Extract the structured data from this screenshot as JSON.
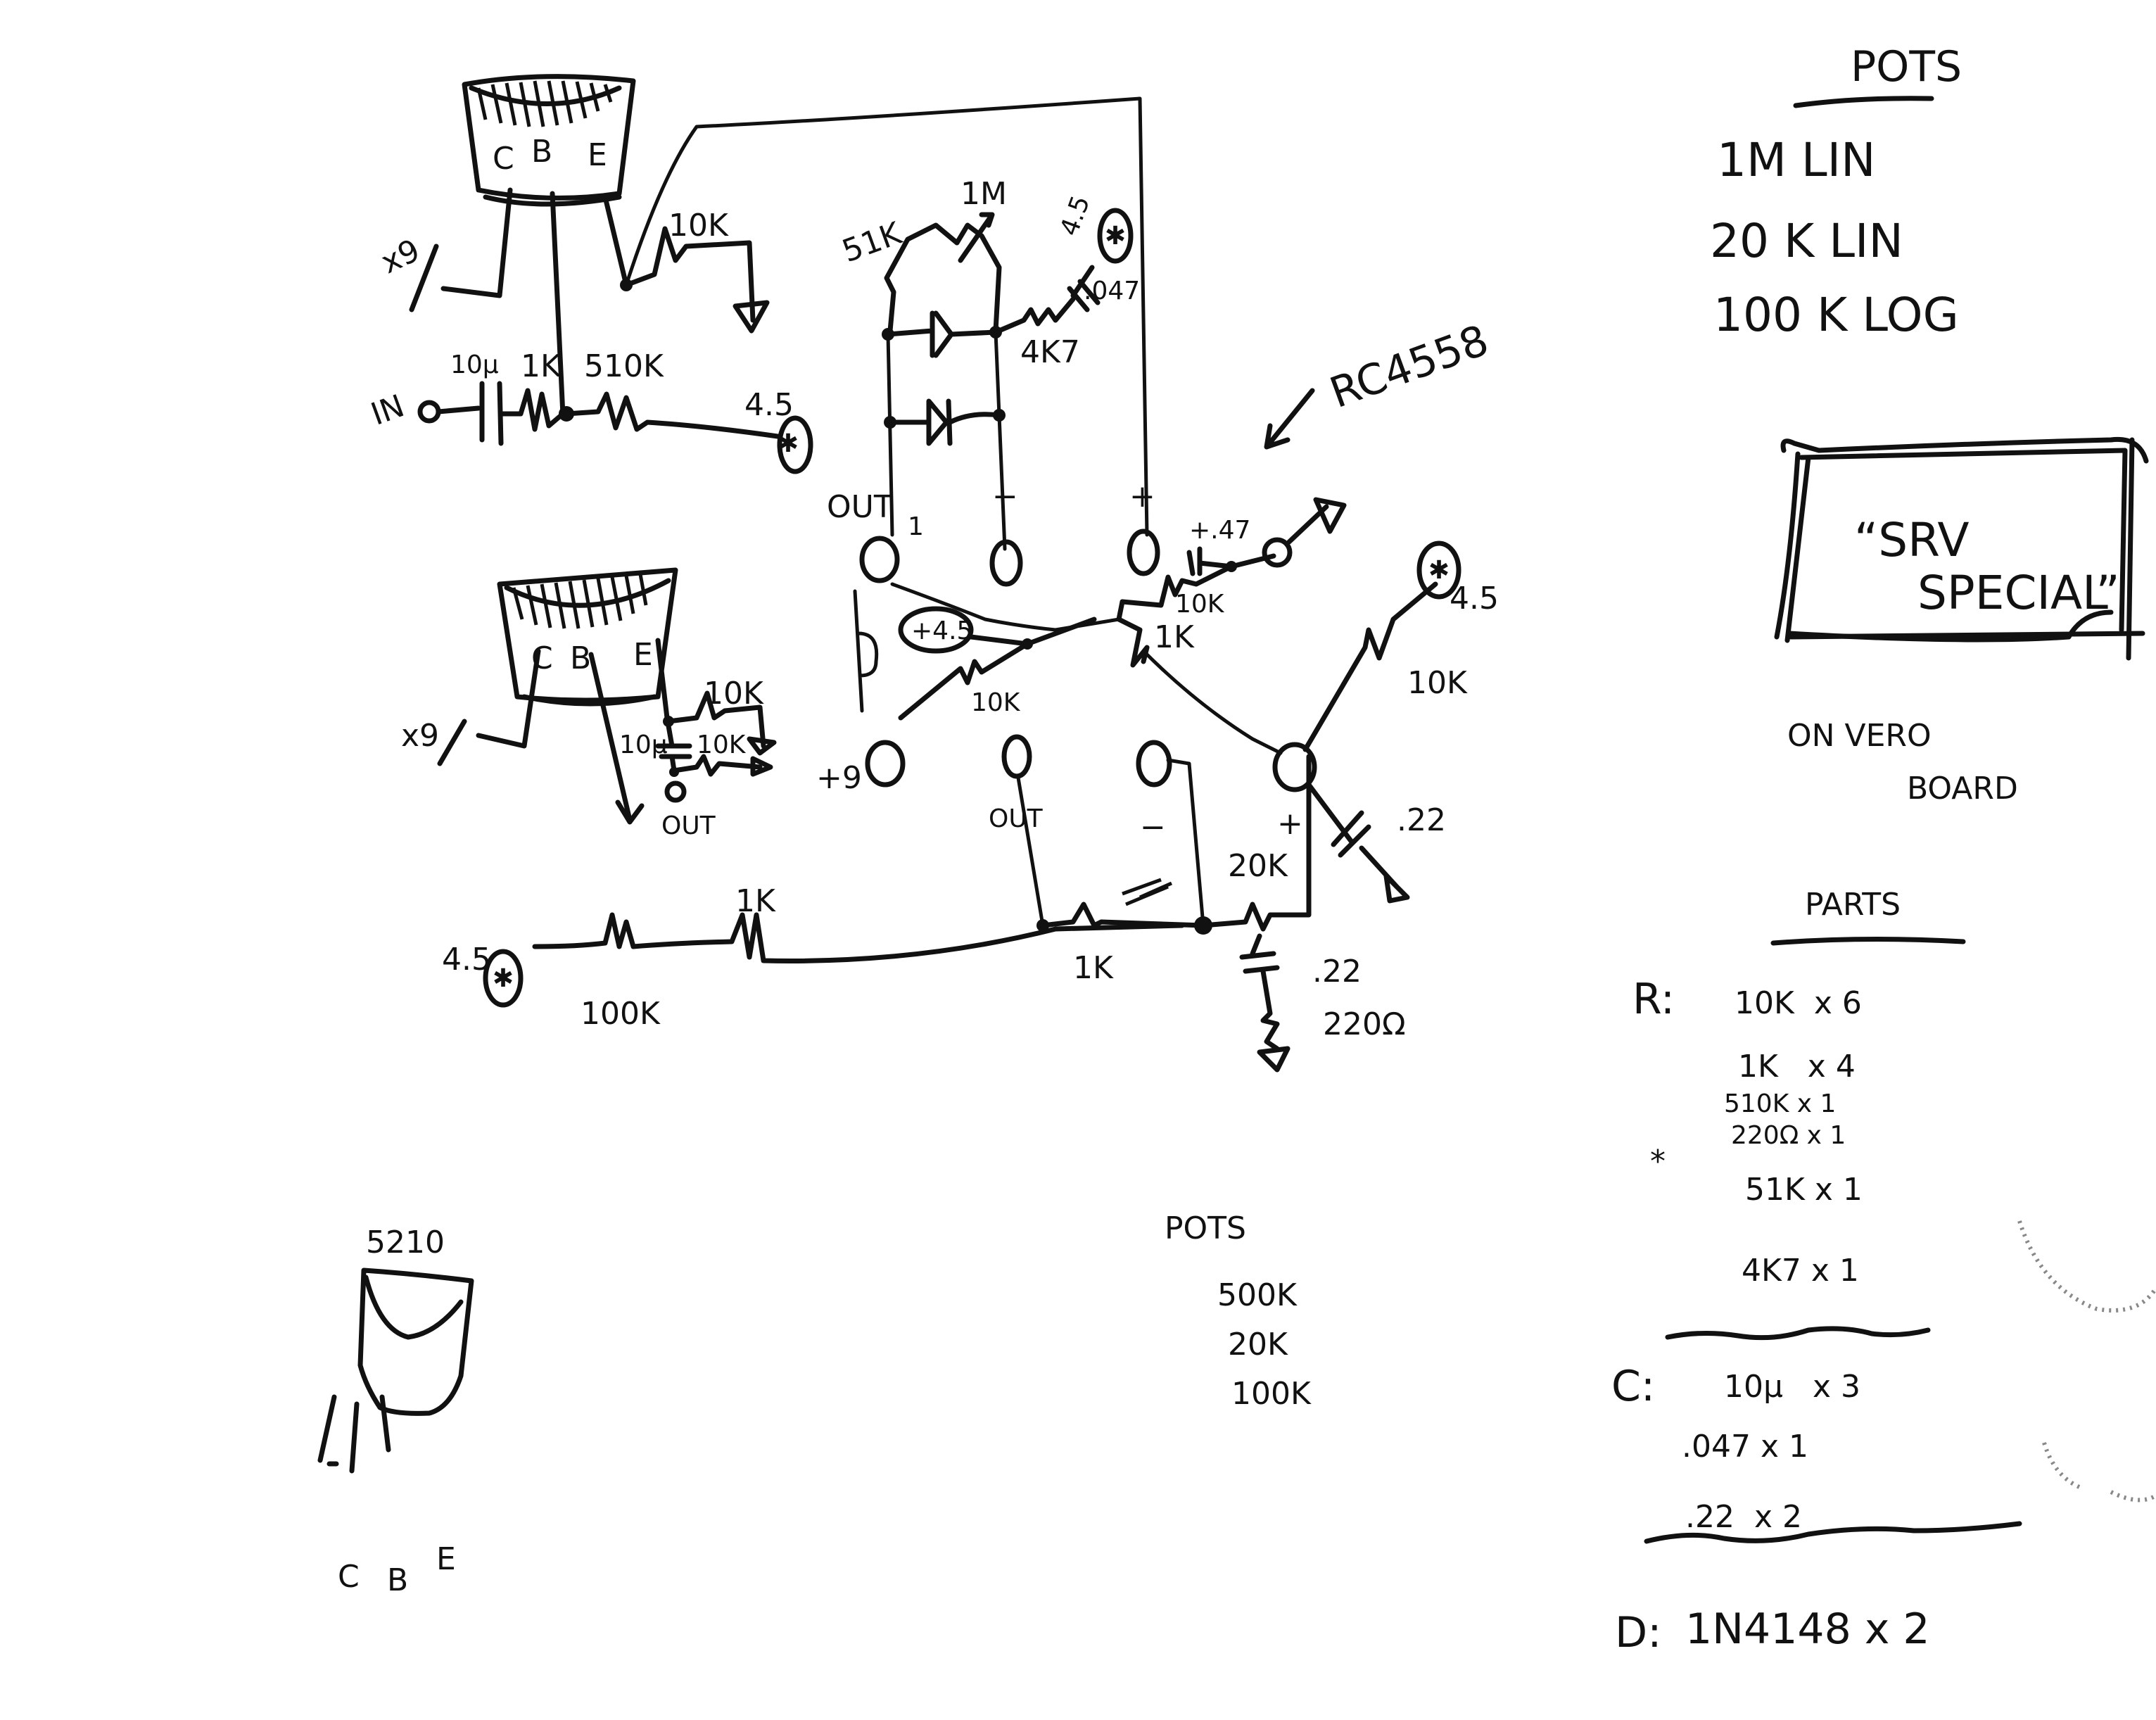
{
  "pots_header": {
    "title": "POTS",
    "items": [
      "1M LIN",
      "20 K LIN",
      "100 K LOG"
    ]
  },
  "enclosure": {
    "name_line1": "“SRV",
    "name_line2": "SPECIAL”",
    "note_line1": "ON VERO",
    "note_line2": "BOARD"
  },
  "parts": {
    "title": "PARTS",
    "resistors_label": "R:",
    "resistors": [
      "10K  x 6",
      "1K   x 4",
      "510K x 1",
      "220Ω x 1",
      "51K  x 1",
      "4K7  x 1"
    ],
    "resistor_note": "*",
    "capacitors_label": "C:",
    "capacitors": [
      "10µ   x 3",
      ".047 x 1",
      ".22  x 2"
    ],
    "diodes_label": "D:",
    "diodes": "1N4148 x 2"
  },
  "transistor_top": {
    "pins": [
      "C",
      "B",
      "E"
    ],
    "supply": "x9",
    "input": "IN",
    "cap": "10µ",
    "r_series": "1K",
    "r_bias": "510K",
    "r_emitter": "10K",
    "bias_ref": "4.5"
  },
  "transistor_mid": {
    "pins": [
      "C",
      "B",
      "E"
    ],
    "supply": "x9",
    "cap": "10µ",
    "r_emitter": "10K",
    "r_out": "10K",
    "out": "OUT",
    "r_series": "1K",
    "pot": "100K",
    "bias_ref": "4.5"
  },
  "opamp": {
    "part": "RC4558",
    "pin_out1": "OUT",
    "pin_1": "1",
    "pin_minus1": "−",
    "pin_plus1": "+",
    "pin_plus9": "+9",
    "pin_out2": "OUT",
    "pin_minus2": "−",
    "pin_plus2": "+",
    "r_51k": "51K",
    "pot_1m": "1M",
    "r_4k7": "4K7",
    "cap_047": ".047",
    "ref_45_a": "4.5",
    "ref_45_b": "+4.5",
    "ref_45_c": "4.5",
    "cap_out": "+.47",
    "r_10k_a": "10K",
    "r_1k_a": "1K",
    "r_10k_b": "10K",
    "r_10k_c": "10K",
    "cap_22_a": ".22",
    "r_1k_b": "1K",
    "pot_20k": "20K",
    "cap_22_b": ".22",
    "r_220": "220Ω"
  },
  "pots_note": {
    "title": "POTS",
    "items": [
      "500K",
      "20K",
      "100K"
    ]
  },
  "transistor_pinout": {
    "part": "5210",
    "pins": [
      "C",
      "B",
      "E"
    ]
  }
}
